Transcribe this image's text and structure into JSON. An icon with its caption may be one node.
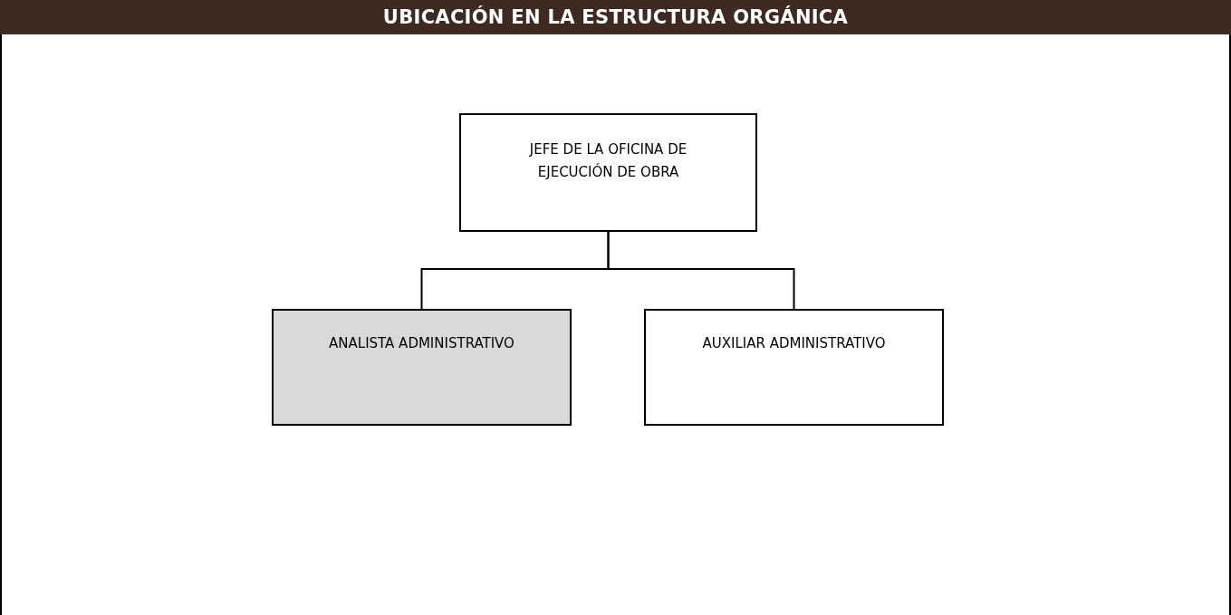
{
  "diagram": {
    "title": "UBICACIÓN EN LA ESTRUCTURA ORGÁNICA",
    "nodes": [
      {
        "text": [
          "JEFE DE LA OFICINA DE EJECUCIÓN DE OBRA"
        ]
      },
      {
        "text": [
          "ANALISTA ADMINISTRATIVO"
        ]
      },
      {
        "text": [
          "AUXILIAR ADMINISTRATIVO"
        ]
      }
    ],
    "edges": [
      {
        "from": 0,
        "to": 1,
        "arrow": "none"
      },
      {
        "from": 0,
        "to": 2,
        "arrow": "none"
      }
    ]
  }
}
